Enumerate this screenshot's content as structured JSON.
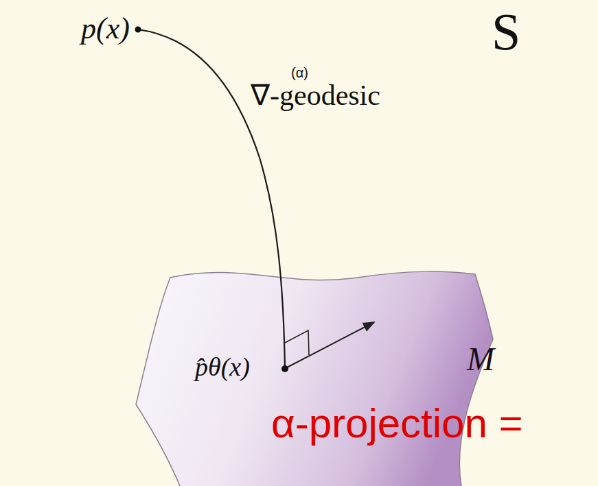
{
  "diagram": {
    "labels": [
      "S",
      "p(x)",
      "(α)",
      "∇-geodesic",
      "p̂θ(x)",
      "M",
      "α-projection ="
    ]
  }
}
